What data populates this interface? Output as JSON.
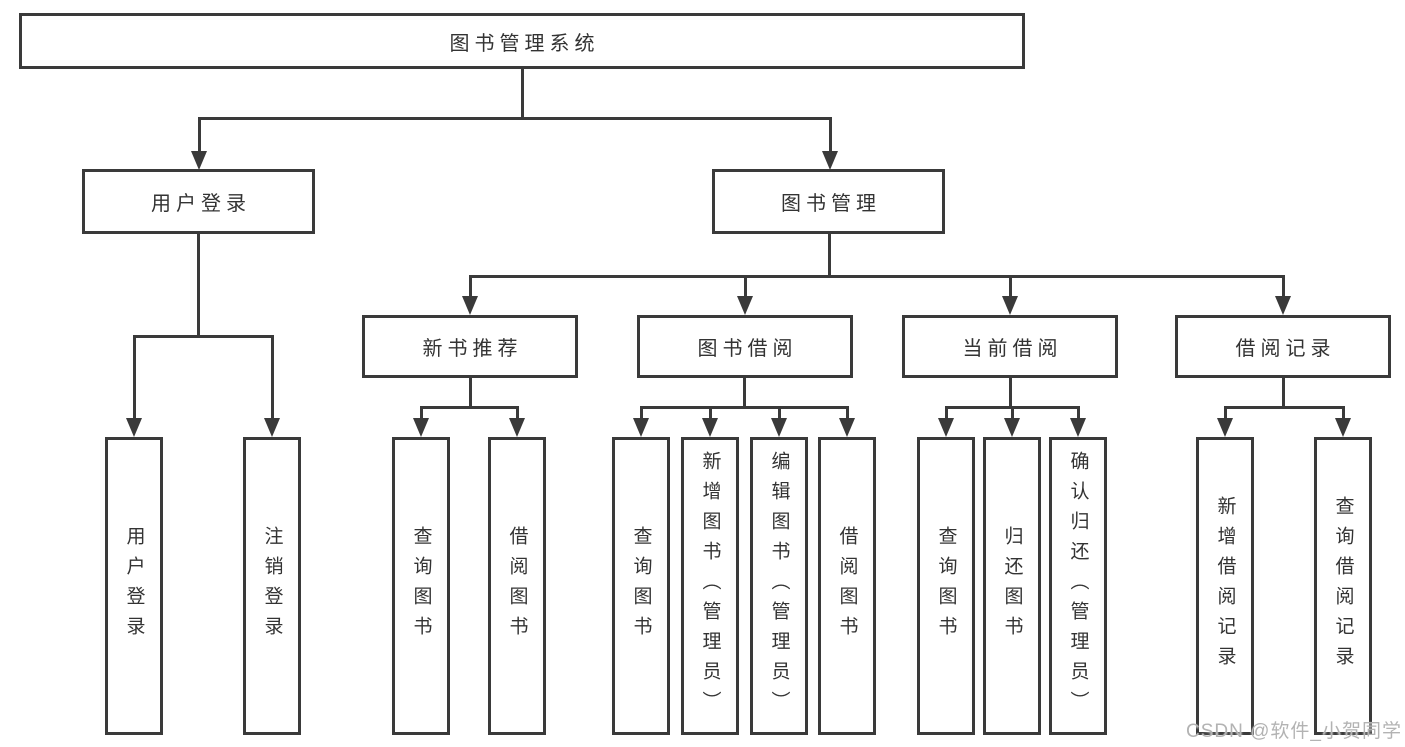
{
  "title": "图书管理系统",
  "tree": {
    "user_login": {
      "label": "用户登录",
      "children": [
        "用户登录",
        "注销登录"
      ]
    },
    "book_mgmt": {
      "label": "图书管理",
      "sections": [
        {
          "label": "新书推荐",
          "children": [
            "查询图书",
            "借阅图书"
          ]
        },
        {
          "label": "图书借阅",
          "children": [
            "查询图书",
            "新增图书（管理员）",
            "编辑图书（管理员）",
            "借阅图书"
          ]
        },
        {
          "label": "当前借阅",
          "children": [
            "查询图书",
            "归还图书",
            "确认归还（管理员）"
          ]
        },
        {
          "label": "借阅记录",
          "children": [
            "新增借阅记录",
            "查询借阅记录"
          ]
        }
      ]
    }
  },
  "watermark": "CSDN @软件_小贺同学",
  "colors": {
    "line": "#3a3a3a",
    "text": "#333333",
    "watermark": "#b3b3b3",
    "background": "#ffffff"
  }
}
